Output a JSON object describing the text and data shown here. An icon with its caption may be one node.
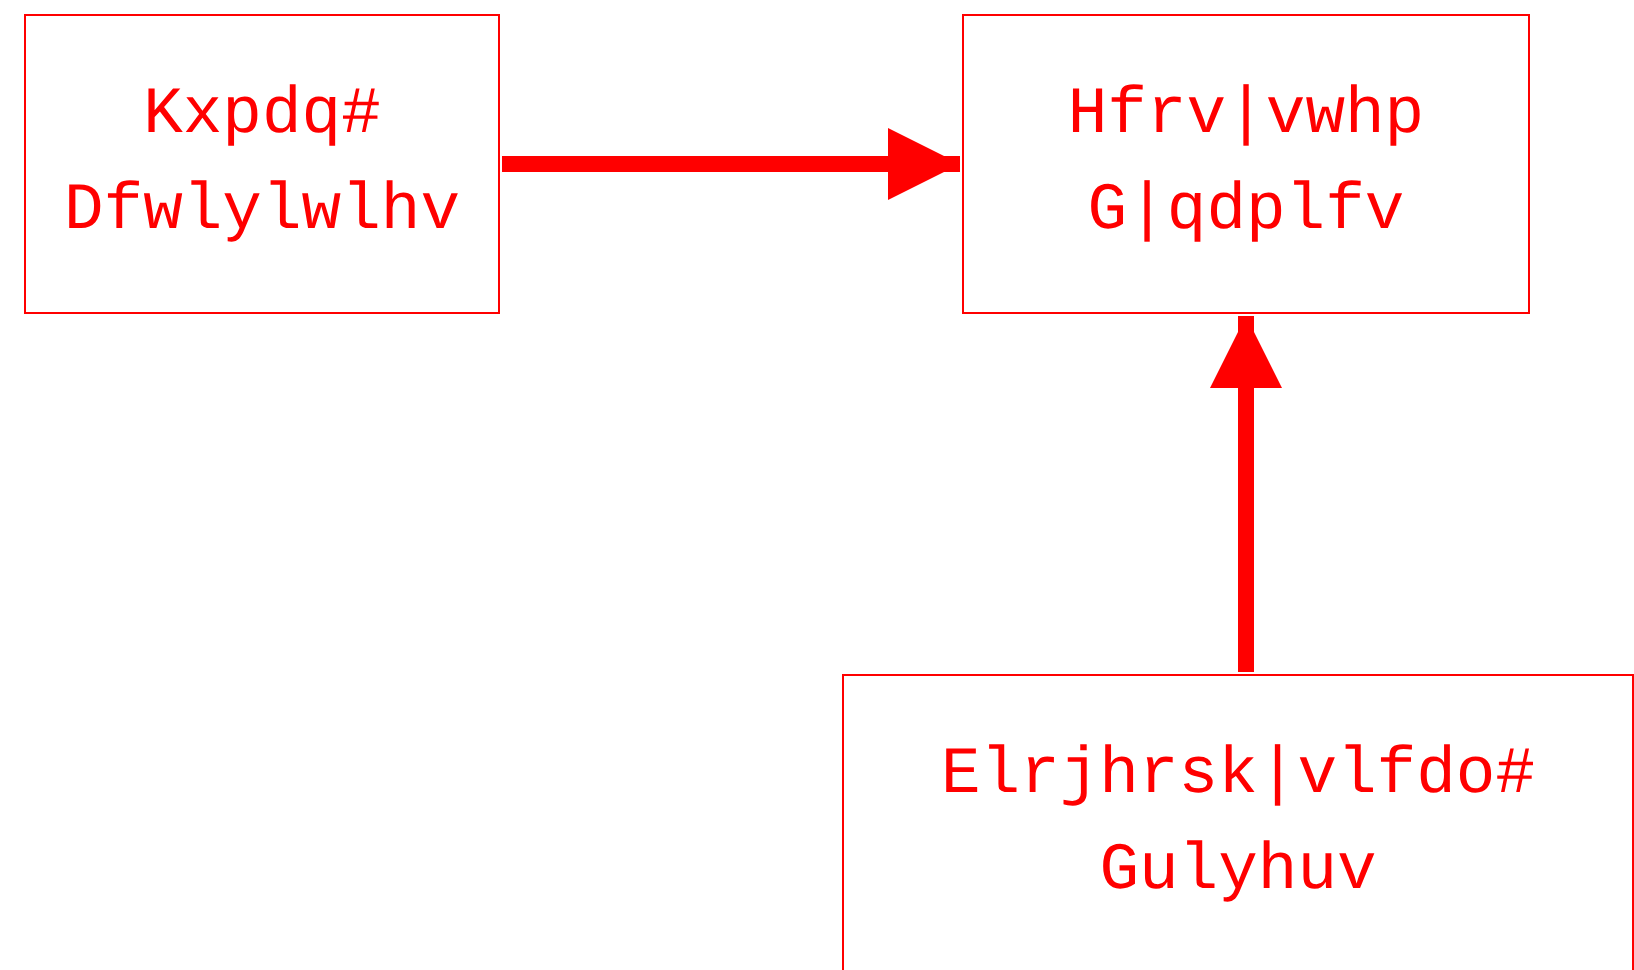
{
  "diagram": {
    "nodes": [
      {
        "text": [
          "Kxpdq# Dfwlylwlhv"
        ]
      },
      {
        "text": [
          "Hfrv|vwhp G|qdplfv"
        ]
      },
      {
        "text": [
          "Elrjhrsk|vlfdo# Gulyhuv"
        ]
      }
    ],
    "edges": [
      {
        "from": 0,
        "to": 1,
        "arrow": "to"
      },
      {
        "from": 2,
        "to": 1,
        "arrow": "to"
      }
    ]
  }
}
